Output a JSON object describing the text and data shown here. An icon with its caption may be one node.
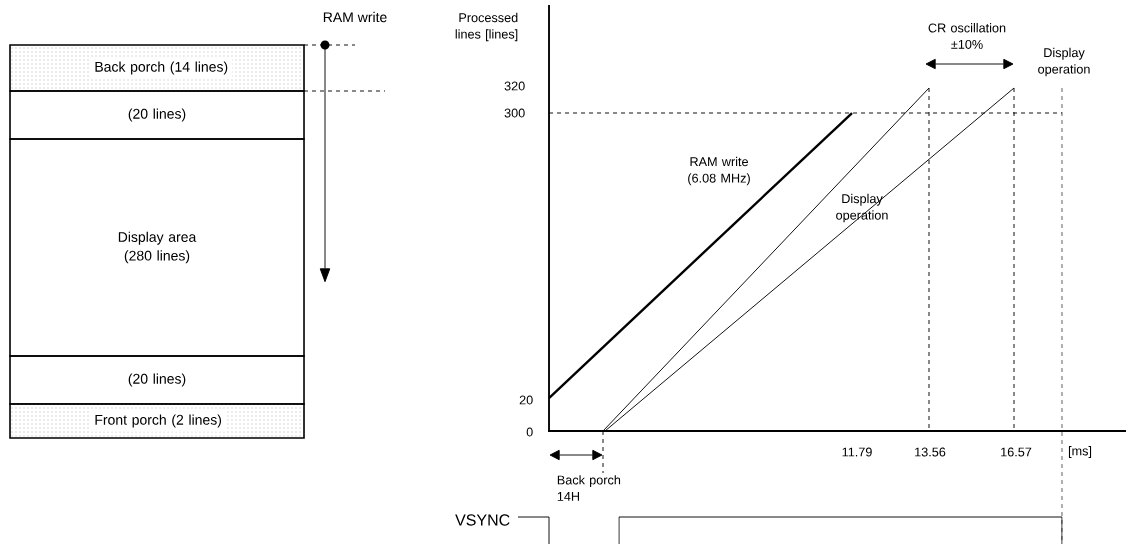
{
  "diagram": {
    "nodes": [
      {
        "text": [
          "Back porch (14 lines)"
        ]
      },
      {
        "text": [
          "(20 lines)"
        ]
      },
      {
        "text": [
          "Display area (280 lines)"
        ]
      },
      {
        "text": [
          "(20 lines)"
        ]
      },
      {
        "text": [
          "Front porch (2 lines)"
        ]
      }
    ],
    "labels": [
      "RAM write",
      "Processed lines [lines]",
      "CR oscillation ±10%",
      "Display operation",
      "320",
      "300",
      "RAM write (6.08 MHz)",
      "Display operation",
      "20",
      "0",
      "11.79",
      "13.56",
      "16.57",
      "[ms]",
      "Back porch 14H",
      "VSYNC"
    ]
  }
}
